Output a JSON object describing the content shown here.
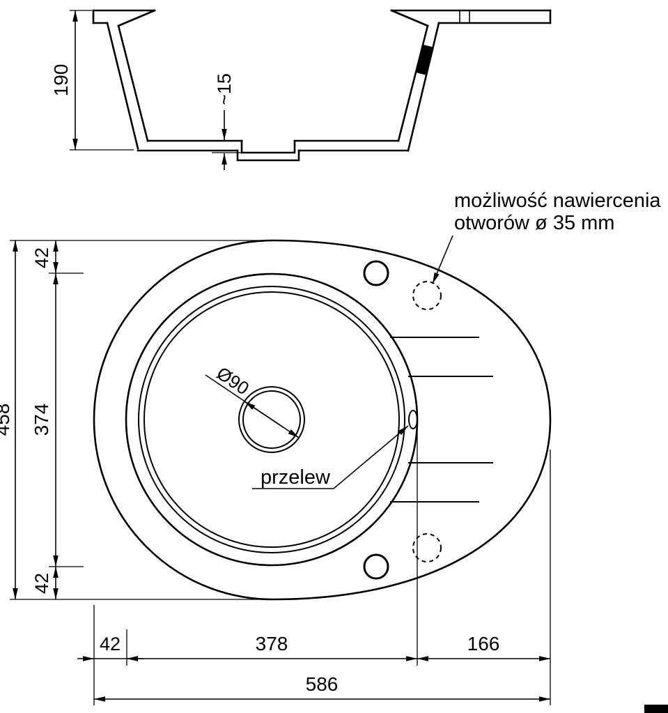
{
  "section": {
    "dim_height": "190",
    "dim_recess": "~15"
  },
  "plan": {
    "dim_overall_height": "458",
    "dim_top_offset": "42",
    "dim_bowl_span": "374",
    "dim_bottom_offset": "42",
    "dim_left_offset": "42",
    "dim_bowl_width": "378",
    "dim_drainer_width": "166",
    "dim_overall_width": "586",
    "label_drain_diameter": "Ø90",
    "label_overflow": "przelew",
    "note_line1": "możliwość nawiercenia",
    "note_line2": "otworów ø 35 mm"
  }
}
